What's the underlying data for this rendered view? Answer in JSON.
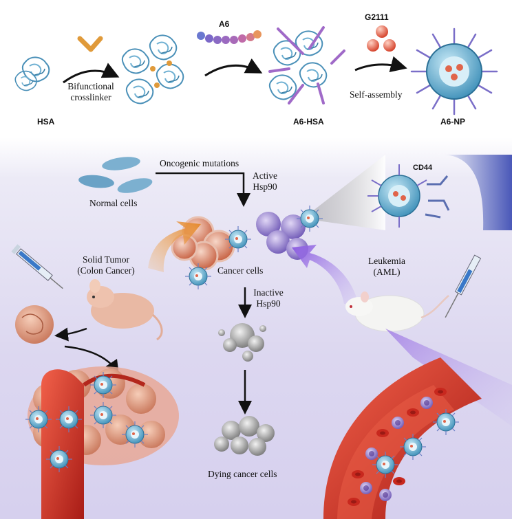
{
  "top_pipeline": {
    "hsa_label": "HSA",
    "crosslinker_label_line1": "Bifunctional",
    "crosslinker_label_line2": "crosslinker",
    "a6_label": "A6",
    "g2111_label": "G2111",
    "a6_hsa_label": "A6-HSA",
    "self_assembly_label": "Self-assembly",
    "a6_np_label": "A6-NP"
  },
  "mechanism": {
    "oncogenic_mutations_label": "Oncogenic mutations",
    "normal_cells_label": "Normal cells",
    "active_hsp90_line1": "Active",
    "active_hsp90_line2": "Hsp90",
    "cd44_label": "CD44",
    "cancer_cells_label": "Cancer cells",
    "inactive_hsp90_line1": "Inactive",
    "inactive_hsp90_line2": "Hsp90",
    "dying_cells_label": "Dying cancer cells"
  },
  "models": {
    "solid_tumor_line1": "Solid Tumor",
    "solid_tumor_line2": "(Colon Cancer)",
    "leukemia_line1": "Leukemia",
    "leukemia_line2": "(AML)"
  }
}
